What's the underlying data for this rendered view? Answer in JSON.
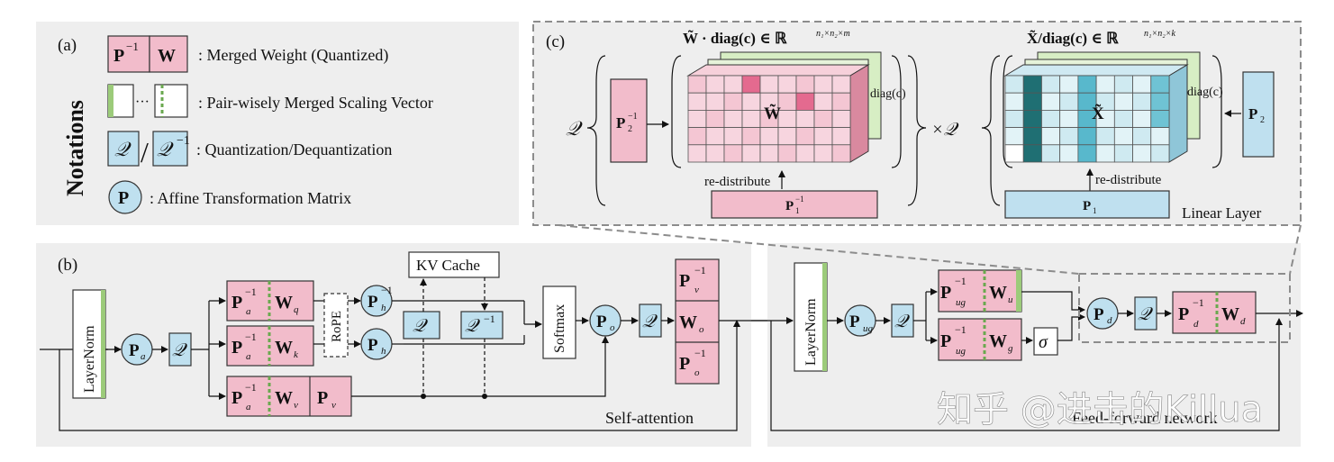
{
  "colors": {
    "panel": "#eeeeee",
    "pink": "#f2bccb",
    "pink_dark": "#e46a8f",
    "blue": "#bfe0ef",
    "green": "#9ccb7a",
    "dash": "#8c8c8c"
  },
  "legend": {
    "label": "(a)",
    "side_title": "Notations",
    "merged_weight": {
      "p": "P",
      "p_sup": "−1",
      "w": "W",
      "desc": ": Merged Weight (Quantized)"
    },
    "scaling": {
      "dots": "···",
      "desc": ": Pair-wisely Merged Scaling Vector"
    },
    "quant": {
      "q": "𝒬",
      "slash": "/",
      "qinv": "𝒬",
      "qinv_sup": "−1",
      "desc": ": Quantization/Dequantization"
    },
    "affine": {
      "p": "P",
      "desc": ": Affine Transformation Matrix"
    }
  },
  "panel_c": {
    "label": "(c)",
    "left_title": "W̃ · diag(c) ∈ ℝ",
    "left_title_sup": "n₁×n₂×m",
    "right_title": "X̃/diag(c) ∈ ℝ",
    "right_title_sup": "n₁×n₂×k",
    "q_left": "𝒬",
    "times_q": "×𝒬",
    "p2inv": "P",
    "p2inv_sub": "2",
    "p2inv_sup": "−1",
    "w_tilde": "W̃",
    "x_tilde": "X̃",
    "diag_left": "diag(c)",
    "diag_right": "diag(c)",
    "redistribute_left": "re-distribute",
    "redistribute_right": "re-distribute",
    "p1inv": "P",
    "p1inv_sub": "1",
    "p1inv_sup": "−1",
    "p1": "P",
    "p1_sub": "1",
    "p2": "P",
    "p2_sub": "2",
    "linear_layer": "Linear Layer"
  },
  "panel_b": {
    "label": "(b)",
    "layernorm": "LayerNorm",
    "pa": "P",
    "pa_sub": "a",
    "q": "𝒬",
    "wq": "W",
    "wq_sub": "q",
    "wk": "W",
    "wk_sub": "k",
    "wv": "W",
    "wv_sub": "v",
    "pa_inv": "P",
    "pa_inv_sub": "a",
    "pa_inv_sup": "−1",
    "pv": "P",
    "pv_sub": "v",
    "rope": "RoPE",
    "ph_inv": "P",
    "ph_inv_sub": "h",
    "ph_inv_sup": "−1",
    "ph": "P",
    "ph_sub": "h",
    "kv_cache": "KV Cache",
    "qinv": "𝒬",
    "qinv_sup": "−1",
    "softmax": "Softmax",
    "po": "P",
    "po_sub": "o",
    "stack_pv_inv": "P",
    "stack_pv_inv_sub": "v",
    "stack_pv_inv_sup": "−1",
    "stack_wo": "W",
    "stack_wo_sub": "o",
    "stack_po_inv": "P",
    "stack_po_inv_sub": "o",
    "stack_po_inv_sup": "−1",
    "self_attention": "Self-attention"
  },
  "panel_ffn": {
    "layernorm": "LayerNorm",
    "pug": "P",
    "pug_sub": "ug",
    "q": "𝒬",
    "pug_inv": "P",
    "pug_inv_sub": "ug",
    "pug_inv_sup": "−1",
    "wu": "W",
    "wu_sub": "u",
    "wg": "W",
    "wg_sub": "g",
    "sigma": "σ",
    "pd": "P",
    "pd_sub": "d",
    "pd_inv": "P",
    "pd_inv_sub": "d",
    "pd_inv_sup": "−1",
    "wd": "W",
    "wd_sub": "d",
    "ffn_label": "Feed-forward network"
  },
  "watermark": "知乎 @进击的Killua"
}
